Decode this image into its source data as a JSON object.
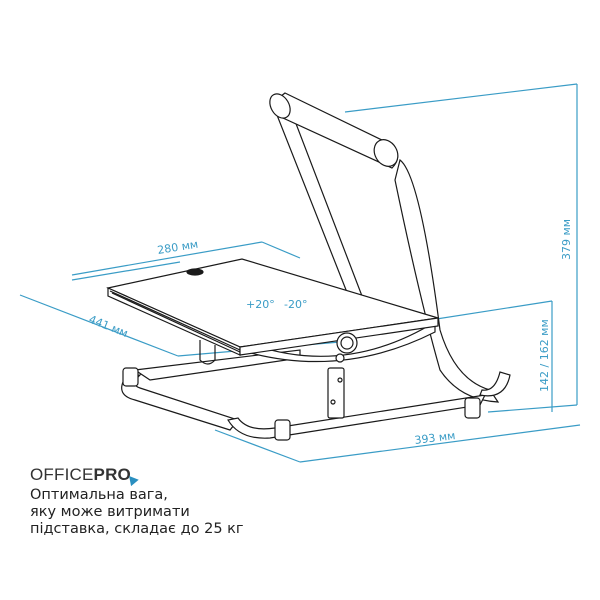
{
  "diagram": {
    "subject": "adjustable footrest",
    "accent_color": "#3a9cc6",
    "line_color": "#1a1a1a",
    "dimensions": {
      "width_top": "280 мм",
      "depth": "441 мм",
      "base_width": "393 мм",
      "total_height": "379 мм",
      "platform_height": "142 / 162 мм"
    },
    "tilt": {
      "plus": "+20°",
      "minus": "-20°"
    }
  },
  "brand": {
    "light": "OFFICE",
    "bold": "PRO",
    "icon": "cursor-arrow-icon"
  },
  "caption": {
    "lines": [
      "Оптимальна вага,",
      "яку може витримати",
      "підставка, складає до 25 кг"
    ]
  }
}
